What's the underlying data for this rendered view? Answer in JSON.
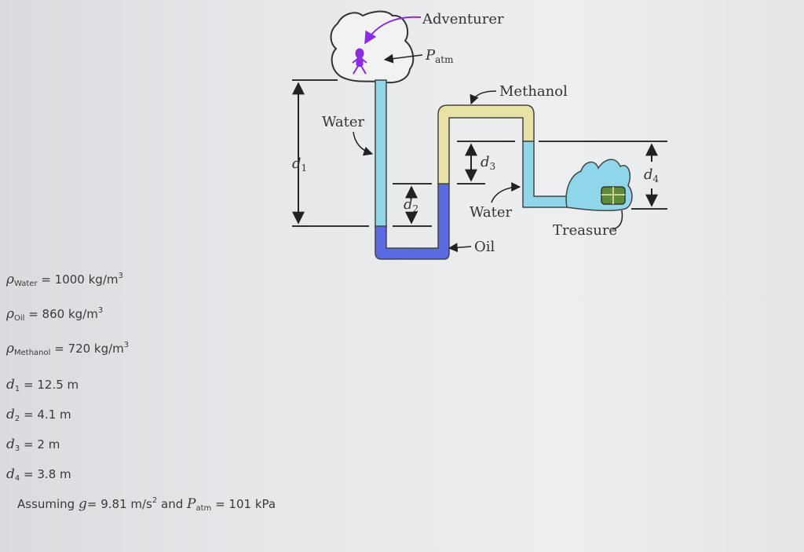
{
  "diagram": {
    "labels": {
      "adventurer": "Adventurer",
      "patm_symbol": "P",
      "patm_sub": "atm",
      "methanol": "Methanol",
      "water_left": "Water",
      "water_right": "Water",
      "oil": "Oil",
      "treasure": "Treasure",
      "d1": "d",
      "d1_sub": "1",
      "d2": "d",
      "d2_sub": "2",
      "d3": "d",
      "d3_sub": "3",
      "d4": "d",
      "d4_sub": "4"
    },
    "colors": {
      "water": "#8fd6ea",
      "oil": "#5a6ae0",
      "methanol": "#e8e2a6",
      "adventurer": "#8a2be2",
      "treasure": "#5f8a3a"
    }
  },
  "givens": {
    "rho_water": {
      "symbol": "ρ",
      "sub": "Water",
      "value": "= 1000 kg/m",
      "exp": "3"
    },
    "rho_oil": {
      "symbol": "ρ",
      "sub": "Oil",
      "value": "= 860 kg/m",
      "exp": "3"
    },
    "rho_methanol": {
      "symbol": "ρ",
      "sub": "Methanol",
      "value": "= 720 kg/m",
      "exp": "3"
    },
    "d1": {
      "symbol": "d",
      "sub": "1",
      "value": "= 12.5 m"
    },
    "d2": {
      "symbol": "d",
      "sub": "2",
      "value": "= 4.1 m"
    },
    "d3": {
      "symbol": "d",
      "sub": "3",
      "value": "= 2 m"
    },
    "d4": {
      "symbol": "d",
      "sub": "4",
      "value": "= 3.8 m"
    },
    "assumption": {
      "prefix": "Assuming",
      "g_symbol": "g",
      "g_value": "= 9.81 m/s",
      "g_exp": "2",
      "and": "and",
      "p_symbol": "P",
      "p_sub": "atm",
      "p_value": "= 101 kPa"
    }
  }
}
